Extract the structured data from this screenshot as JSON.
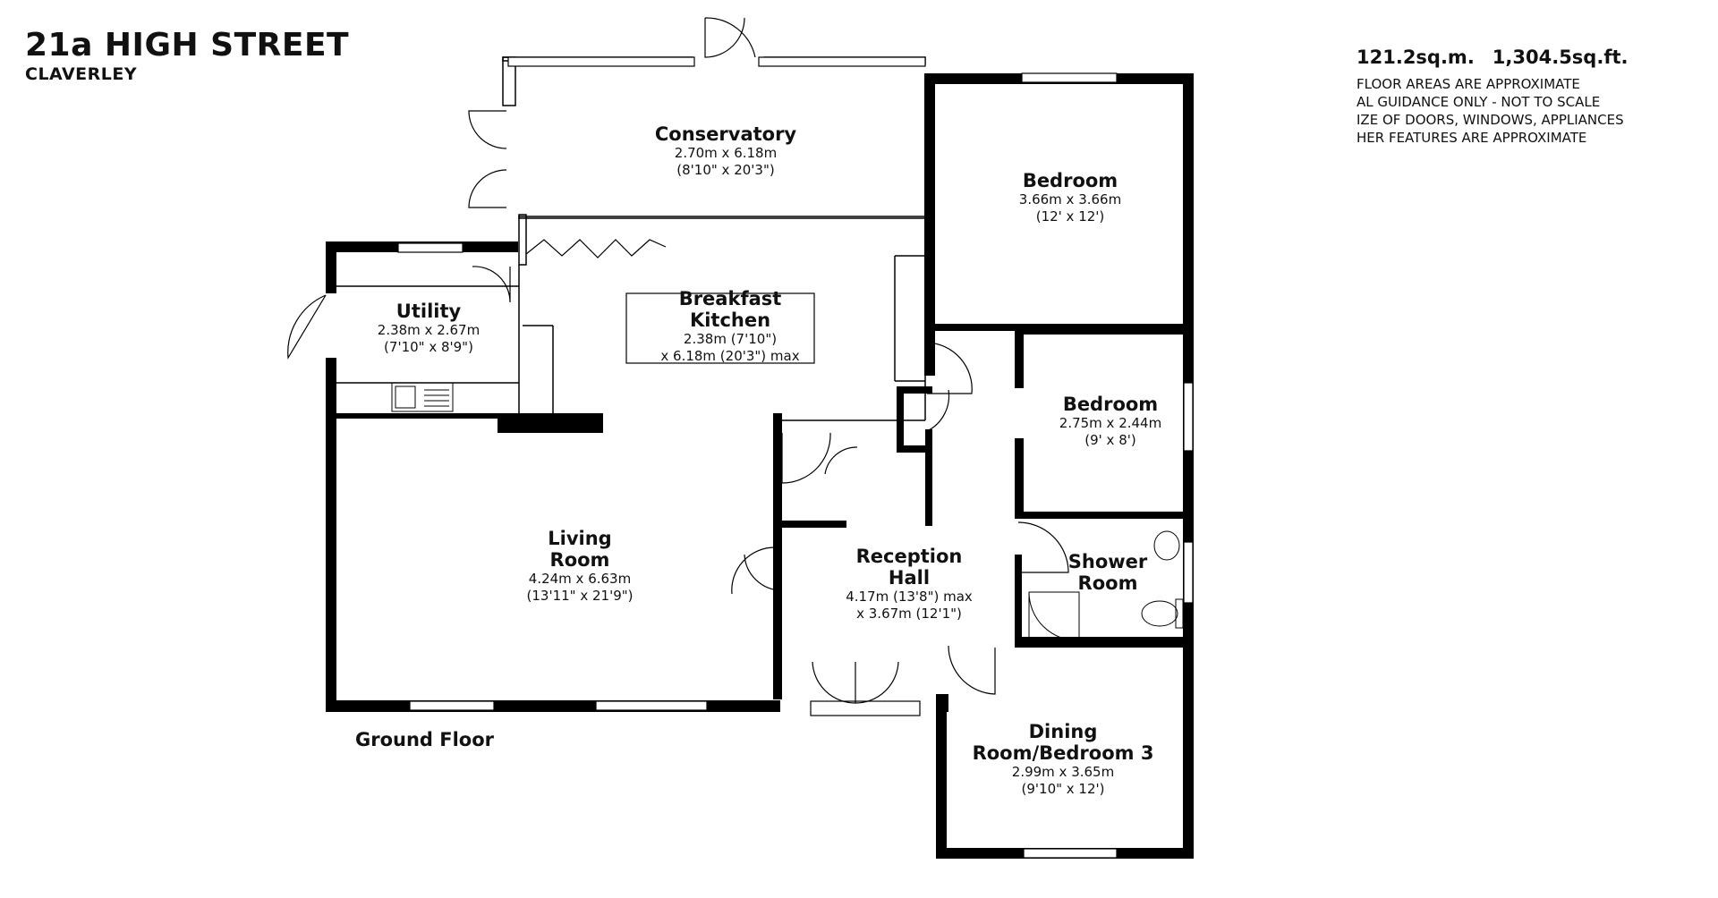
{
  "header": {
    "title": "21a HIGH STREET",
    "subtitle": "CLAVERLEY"
  },
  "totals": {
    "sqm": "121.2sq.m.",
    "sqft": "1,304.5sq.ft."
  },
  "disclaimer": [
    "FLOOR AREAS ARE APPROXIMATE",
    "AL GUIDANCE ONLY - NOT TO SCALE",
    "IZE OF DOORS, WINDOWS, APPLIANCES",
    "HER FEATURES ARE APPROXIMATE"
  ],
  "floor_label": "Ground Floor",
  "rooms": {
    "conservatory": {
      "name1": "Conservatory",
      "name2": "",
      "dim1": "2.70m x 6.18m",
      "dim2": "(8'10\" x 20'3\")"
    },
    "bedroom1": {
      "name1": "Bedroom",
      "name2": "",
      "dim1": "3.66m x 3.66m",
      "dim2": "(12' x 12')"
    },
    "utility": {
      "name1": "Utility",
      "name2": "",
      "dim1": "2.38m x 2.67m",
      "dim2": "(7'10\" x 8'9\")"
    },
    "kitchen": {
      "name1": "Breakfast",
      "name2": "Kitchen",
      "dim1": "2.38m (7'10\")",
      "dim2": "x 6.18m (20'3\") max"
    },
    "bedroom2": {
      "name1": "Bedroom",
      "name2": "",
      "dim1": "2.75m x 2.44m",
      "dim2": "(9' x 8')"
    },
    "living": {
      "name1": "Living",
      "name2": "Room",
      "dim1": "4.24m x 6.63m",
      "dim2": "(13'11\" x 21'9\")"
    },
    "reception": {
      "name1": "Reception",
      "name2": "Hall",
      "dim1": "4.17m (13'8\") max",
      "dim2": "x 3.67m (12'1\")"
    },
    "shower": {
      "name1": "Shower",
      "name2": "Room",
      "dim1": "",
      "dim2": ""
    },
    "dining": {
      "name1": "Dining",
      "name2": "Room/Bedroom 3",
      "dim1": "2.99m x 3.65m",
      "dim2": "(9'10\" x 12')"
    }
  }
}
